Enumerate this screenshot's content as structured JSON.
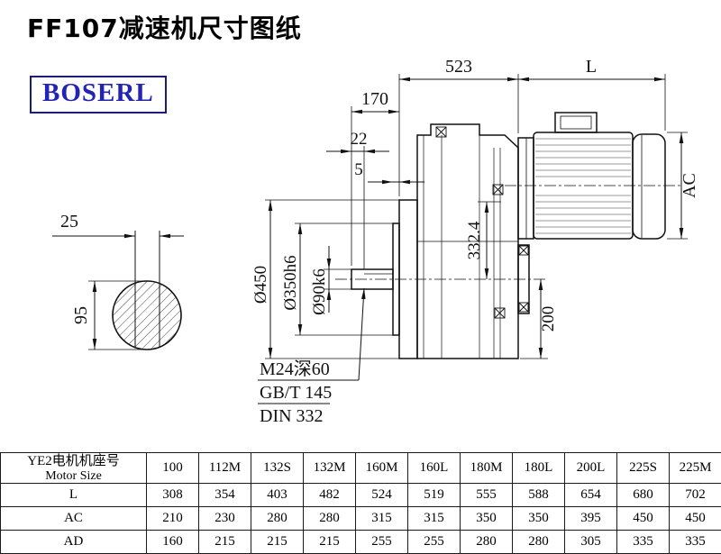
{
  "title": "FF107减速机尺寸图纸",
  "logo": "BOSERL",
  "drawing": {
    "dims": {
      "d523": "523",
      "dL": "L",
      "d170": "170",
      "d22": "22",
      "d5": "5",
      "dAC": "AC",
      "d332": "332.4",
      "d200": "200",
      "d450": "Ø450",
      "d350": "Ø350h6",
      "d90": "Ø90k6",
      "d25": "25",
      "d95": "95"
    },
    "notes": [
      "M24深60",
      "GB/T 145",
      "DIN 332"
    ]
  },
  "table": {
    "header_cn": "YE2电机机座号",
    "header_en": "Motor Size",
    "columns": [
      "100",
      "112M",
      "132S",
      "132M",
      "160M",
      "160L",
      "180M",
      "180L",
      "200L",
      "225S",
      "225M"
    ],
    "rows": [
      {
        "label": "L",
        "values": [
          308,
          354,
          403,
          482,
          524,
          519,
          555,
          588,
          654,
          680,
          702
        ]
      },
      {
        "label": "AC",
        "values": [
          210,
          230,
          280,
          280,
          315,
          315,
          350,
          350,
          395,
          450,
          450
        ]
      },
      {
        "label": "AD",
        "values": [
          160,
          215,
          215,
          215,
          255,
          255,
          280,
          280,
          305,
          335,
          335
        ]
      }
    ]
  }
}
